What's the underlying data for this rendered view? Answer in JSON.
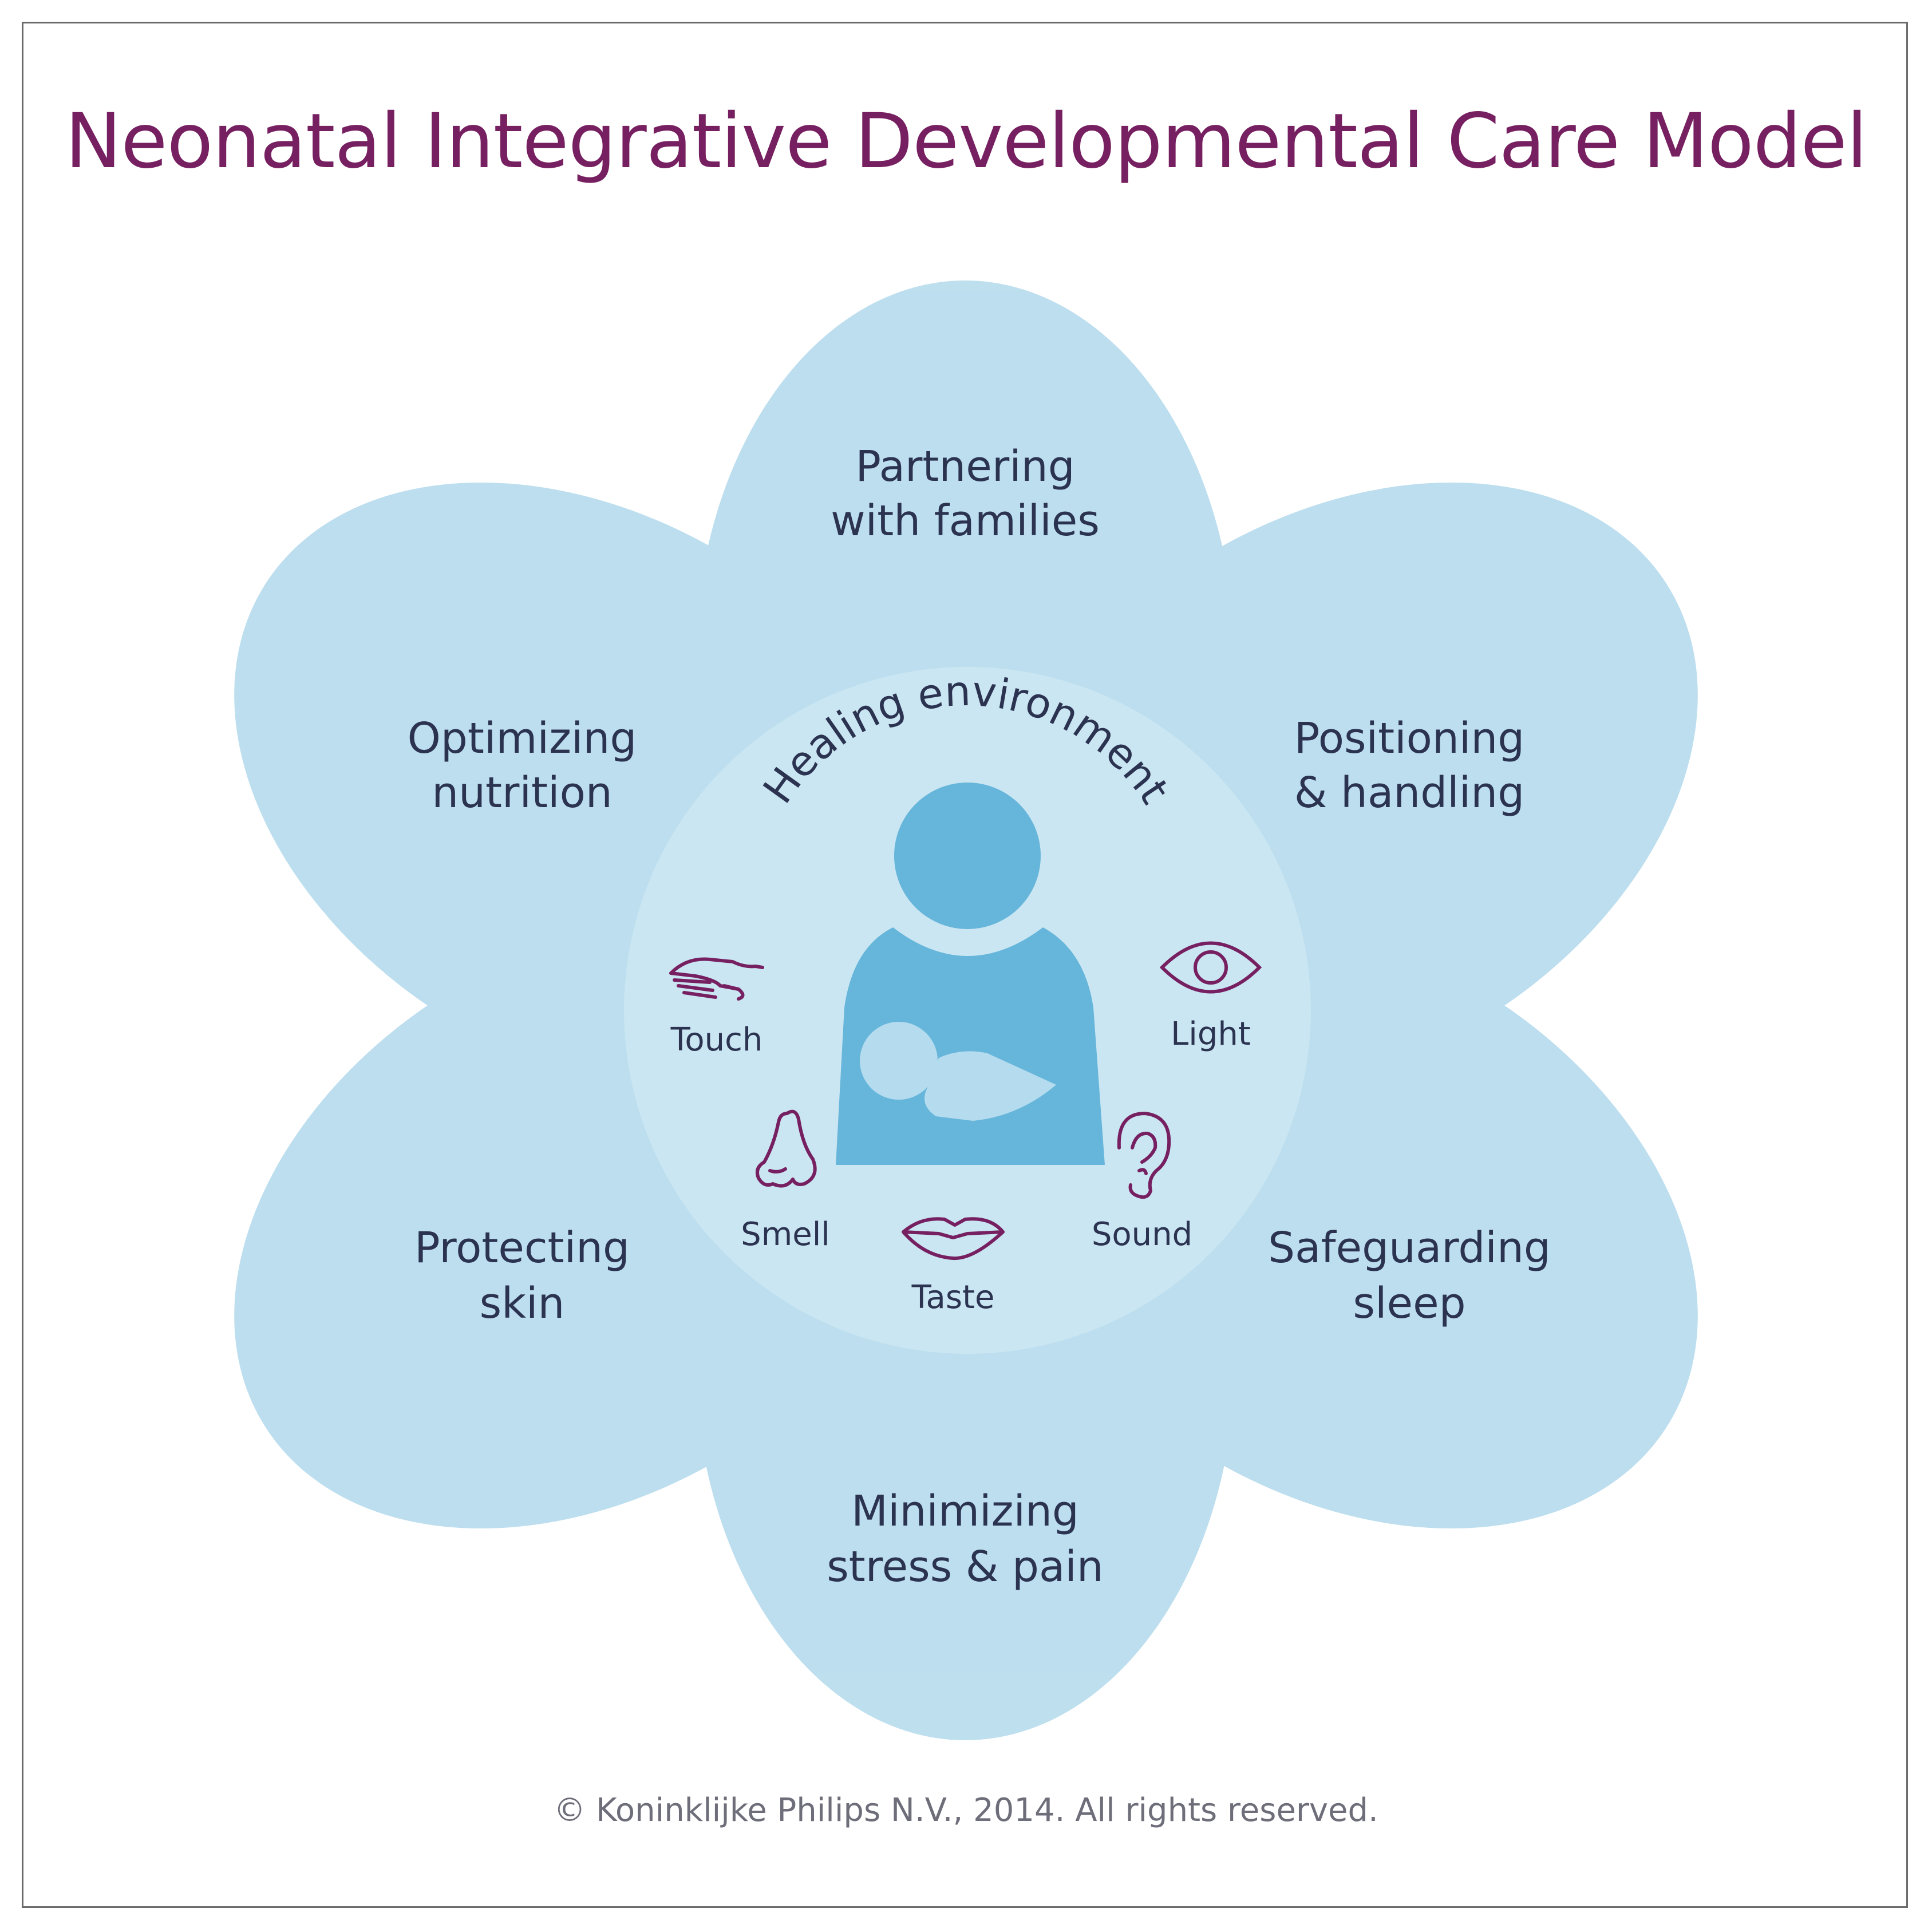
{
  "title": "Neonatal Integrative Developmental Care Model",
  "footer": "© Koninklijke Philips N.V., 2014. All rights reserved.",
  "center_label": "Healing environment",
  "petals": {
    "top": [
      "Partnering",
      "with families"
    ],
    "upper_left": [
      "Optimizing",
      "nutrition"
    ],
    "upper_right": [
      "Positioning",
      "& handling"
    ],
    "lower_left": [
      "Protecting",
      "skin"
    ],
    "lower_right": [
      "Safeguarding",
      "sleep"
    ],
    "bottom": [
      "Minimizing",
      "stress & pain"
    ]
  },
  "senses": {
    "touch": "Touch",
    "light": "Light",
    "smell": "Smell",
    "taste": "Taste",
    "sound": "Sound"
  },
  "icons": {
    "touch": "hand-icon",
    "light": "eye-icon",
    "smell": "nose-icon",
    "taste": "lips-icon",
    "sound": "ear-icon",
    "center": "parent-with-infant-icon"
  },
  "colors": {
    "title": "#762061",
    "petal": "#9ccfe6",
    "center": "#c5e3f1",
    "figure": "#66b5da",
    "icons": "#762061",
    "text": "#2b3350"
  }
}
